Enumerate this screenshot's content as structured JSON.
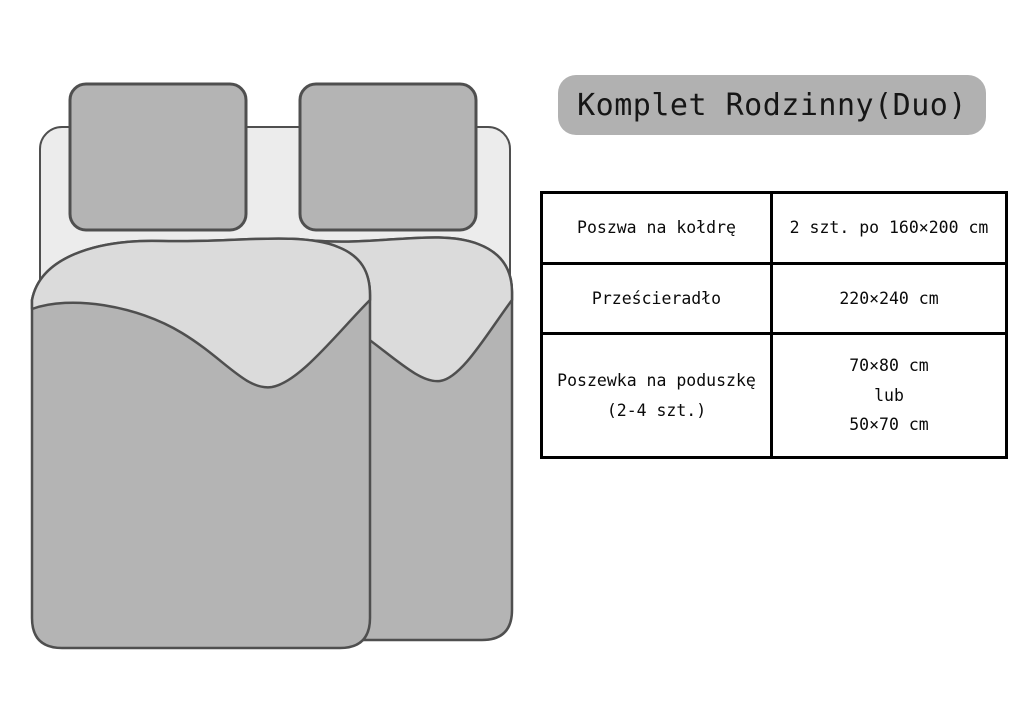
{
  "title": "Komplet Rodzinny(Duo)",
  "colors": {
    "badge_bg": "#b1b1b1",
    "bed_base": "#ececec",
    "pillow": "#b4b4b4",
    "duvet_body": "#b4b4b4",
    "duvet_fold": "#dbdbdb",
    "outline": "#4f4f4f",
    "table_border": "#000000"
  },
  "illustration": {
    "name": "family-duo-bedding-set",
    "parts": [
      "bed-base",
      "pillow-left",
      "pillow-right",
      "duvet-right",
      "duvet-left"
    ]
  },
  "table": {
    "rows": [
      {
        "label": "Poszwa na kołdrę",
        "values": [
          "2 szt. po 160×200 cm"
        ]
      },
      {
        "label": "Prześcieradło",
        "values": [
          "220×240 cm"
        ]
      },
      {
        "label": "Poszewka na poduszkę",
        "label2": "(2-4 szt.)",
        "values": [
          "70×80 cm",
          "lub",
          "50×70 cm"
        ]
      }
    ]
  }
}
